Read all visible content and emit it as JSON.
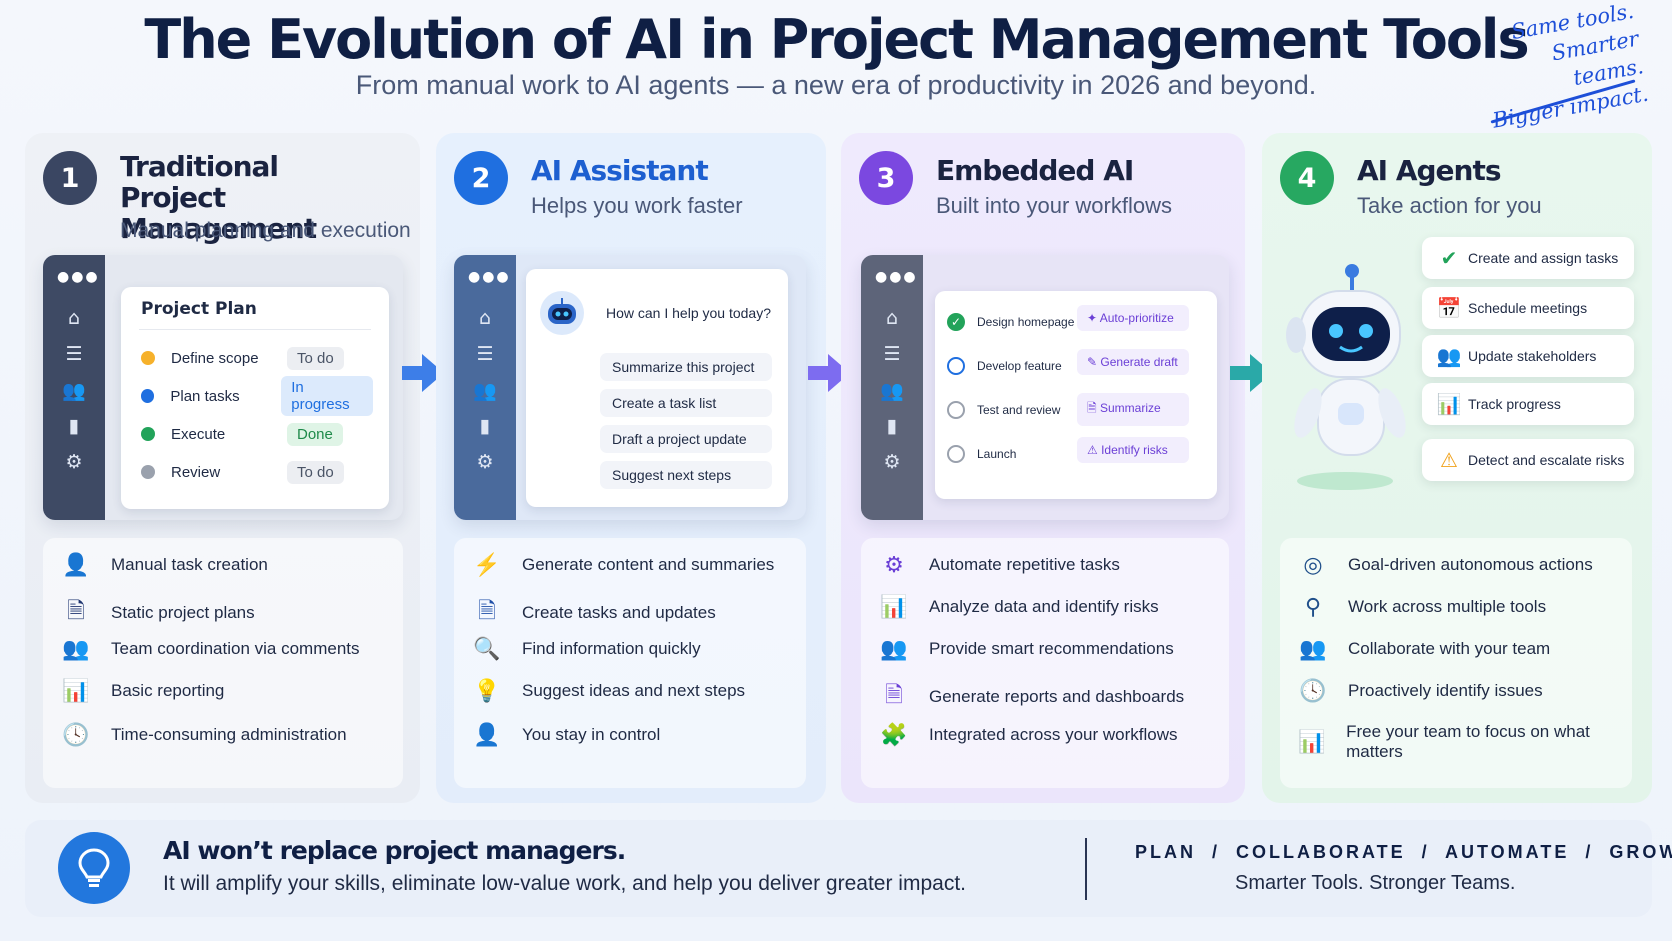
{
  "header": {
    "title": "The Evolution of AI in Project Management Tools",
    "subtitle": "From manual work to AI agents — a new era of productivity in 2026 and beyond.",
    "handwritten": [
      "Same tools.",
      "Smarter teams.",
      "Bigger impact."
    ]
  },
  "columns": [
    {
      "number": "1",
      "title_lines": [
        "Traditional",
        "Project Management"
      ],
      "subtitle": "Manual planning and execution",
      "color": "#3a4662",
      "panel": {
        "title": "Project Plan",
        "rows": [
          {
            "label": "Define scope",
            "status": "To do",
            "dot_color": "#f6b12b"
          },
          {
            "label": "Plan tasks",
            "status": "In progress",
            "dot_color": "#1f6fe0"
          },
          {
            "label": "Execute",
            "status": "Done",
            "dot_color": "#22a35a"
          },
          {
            "label": "Review",
            "status": "To do",
            "dot_color": "#9aa1ad"
          }
        ]
      },
      "features": [
        {
          "icon": "person-icon",
          "text": "Manual task creation"
        },
        {
          "icon": "document-icon",
          "text": "Static project plans"
        },
        {
          "icon": "team-icon",
          "text": "Team coordination via comments"
        },
        {
          "icon": "bar-chart-icon",
          "text": "Basic reporting"
        },
        {
          "icon": "clock-icon",
          "text": "Time-consuming administration"
        }
      ]
    },
    {
      "number": "2",
      "title_lines": [
        "AI Assistant"
      ],
      "subtitle": "Helps you work faster",
      "color": "#1f6fe0",
      "panel": {
        "prompt": "How can I help you today?",
        "suggestions": [
          "Summarize this project",
          "Create a task list",
          "Draft a project update",
          "Suggest next steps"
        ]
      },
      "features": [
        {
          "icon": "lightning-icon",
          "text": "Generate content and summaries"
        },
        {
          "icon": "document-icon",
          "text": "Create tasks and updates"
        },
        {
          "icon": "search-icon",
          "text": "Find information quickly"
        },
        {
          "icon": "lightbulb-icon",
          "text": "Suggest ideas and next steps"
        },
        {
          "icon": "person-icon",
          "text": "You stay in control"
        }
      ]
    },
    {
      "number": "3",
      "title_lines": [
        "Embedded AI"
      ],
      "subtitle": "Built into your workflows",
      "color": "#7b48e0",
      "panel": {
        "tasks": [
          {
            "label": "Design homepage",
            "state": "done"
          },
          {
            "label": "Develop feature",
            "state": "progress"
          },
          {
            "label": "Test and review",
            "state": "open"
          },
          {
            "label": "Launch",
            "state": "open"
          }
        ],
        "actions": [
          "Auto-prioritize",
          "Generate draft",
          "Summarize",
          "Identify risks"
        ]
      },
      "features": [
        {
          "icon": "gear-icon",
          "text": "Automate repetitive tasks"
        },
        {
          "icon": "bar-chart-icon",
          "text": "Analyze data and identify risks"
        },
        {
          "icon": "team-icon",
          "text": "Provide smart recommendations"
        },
        {
          "icon": "document-icon",
          "text": "Generate reports and dashboards"
        },
        {
          "icon": "puzzle-icon",
          "text": "Integrated across your workflows"
        }
      ]
    },
    {
      "number": "4",
      "title_lines": [
        "AI Agents"
      ],
      "subtitle": "Take action for you",
      "color": "#27a861",
      "actions": [
        {
          "icon": "check-circle-icon",
          "text": "Create and assign tasks"
        },
        {
          "icon": "calendar-icon",
          "text": "Schedule meetings"
        },
        {
          "icon": "team-icon",
          "text": "Update stakeholders"
        },
        {
          "icon": "bar-chart-icon",
          "text": "Track progress"
        },
        {
          "icon": "warning-icon",
          "text": "Detect and escalate risks"
        }
      ],
      "features": [
        {
          "icon": "target-icon",
          "text": "Goal-driven autonomous actions"
        },
        {
          "icon": "network-icon",
          "text": "Work across multiple tools"
        },
        {
          "icon": "team-icon",
          "text": "Collaborate with your team"
        },
        {
          "icon": "clock-icon",
          "text": "Proactively identify issues"
        },
        {
          "icon": "bar-chart-icon",
          "text": "Free your team to focus on what matters"
        }
      ]
    }
  ],
  "banner": {
    "headline": "AI won’t replace project managers.",
    "body": "It will amplify your skills, eliminate low-value work, and help you deliver greater impact.",
    "tags": "PLAN  /  COLLABORATE  /  AUTOMATE  /  GROW",
    "tagline": "Smarter Tools. Stronger Teams."
  }
}
